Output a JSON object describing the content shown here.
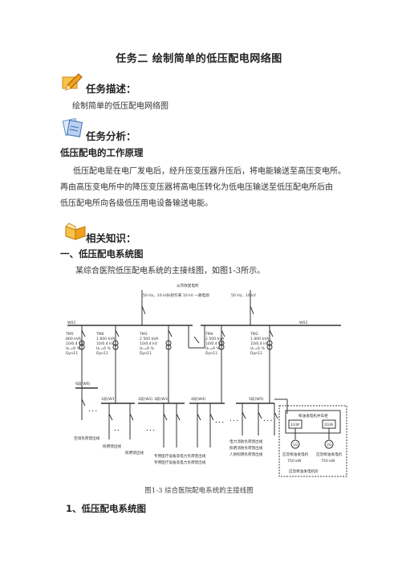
{
  "page": {
    "title": "任务二  绘制简单的低压配电网络图",
    "section_desc": {
      "heading": "任务描述：",
      "text": "绘制简单的低压配电网络图"
    },
    "section_analysis": {
      "heading": "任务分析：",
      "subheading": "低压配电的工作原理",
      "paragraph_lines": [
        "低压配电是在电厂发电后，经升压变压器升压后，将电能输送至高压变电所。",
        "再由高压变电所中的降压变压器将高电压转化为低电压输送至低压配电所后由",
        "低压配电所向各级低压用电设备输送电能。"
      ]
    },
    "section_knowledge": {
      "heading": "相关知识：",
      "subheading": "一、低压配电系统图",
      "intro": "某综合医院低压配电系统的主接线图，如图1-3所示。"
    },
    "figure": {
      "caption": "图1-3  综合医院配电系统的主接线图",
      "top_label": "从市政变电所",
      "feed_left": "50 Hz，10 kV",
      "feed_mid": "分别引来 10 kV 一路电源",
      "feed_right": "50 Hz，10 kV",
      "bus_left": "W01",
      "bus_right": "W02",
      "transformers": [
        {
          "name": "TM5",
          "rating": "800 kVA",
          "voltage": "10/0.4 kV",
          "uk": "Uₖ=6 %",
          "group": "Dyn11"
        },
        {
          "name": "TM6",
          "rating": "1 600 kVA",
          "voltage": "10/0.4 kV",
          "uk": "Uₖ=6 %",
          "group": "Dyn11"
        },
        {
          "name": "TM3",
          "rating": "2 500 kVA",
          "voltage": "10/0.4 kV",
          "uk": "Uₖ=6 %",
          "group": "Dyn11"
        },
        {
          "name": "TM4",
          "rating": "2 500 kVA",
          "voltage": "10/0.4 kV",
          "uk": "Uₖ=6 %",
          "group": "Dyn11"
        },
        {
          "name": "TM2",
          "rating": "1 600 kVA",
          "voltage": "10/0.4 kV",
          "uk": "Uₖ=6 %",
          "group": "Dyn11"
        }
      ],
      "lv_buses": [
        "6段(W6)",
        "1段(W1)",
        "2段(W2)",
        "3段(W3)",
        "4段(W4)",
        "5段(W5)"
      ],
      "loads": [
        "空调负荷馈出线",
        "照明馈出线",
        "照明馈出线",
        "专用医疗设备及电力负荷馈出线",
        "专用医疗设备及电力负荷馈出线",
        "电力消防负荷馈出线",
        "照明消防负荷馈出线",
        "人防照明负荷馈出线"
      ],
      "genset": {
        "panel": "柴油发电机并车柜",
        "g1_rating": "1GW",
        "g2_rating": "2GW",
        "g1": "1G",
        "g2": "2G",
        "g1_label": "应急柴油发电机",
        "g2_label": "应急柴油发电机",
        "g1_power": "750 kW",
        "g2_power": "750 kW",
        "room": "应急柴油发电机房"
      }
    },
    "footer_subheading": "1、低压配电系统图"
  },
  "colors": {
    "icon_orange": "#f0a020",
    "icon_blue": "#5a8ccc",
    "icon_yellow": "#f6c24a"
  }
}
